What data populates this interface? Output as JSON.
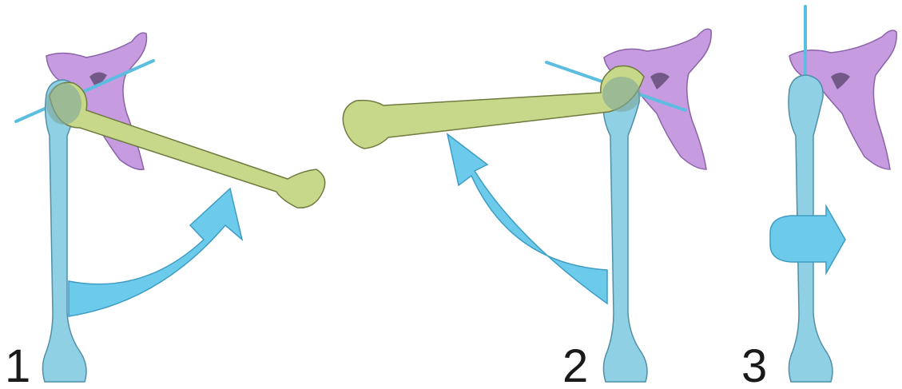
{
  "figure": {
    "panels": [
      {
        "label": "1"
      },
      {
        "label": "2"
      },
      {
        "label": "3"
      }
    ]
  },
  "colors": {
    "humerus_rest": "#8fd0e4",
    "humerus_moved": "#c8d88a",
    "scapula": "#c79be0",
    "arrow": "#6ccbea",
    "axis": "#5bbde0"
  },
  "icons": [
    "humerus-bone",
    "scapula-bone",
    "rotation-axis",
    "movement-arrow",
    "rotation-arrow"
  ]
}
